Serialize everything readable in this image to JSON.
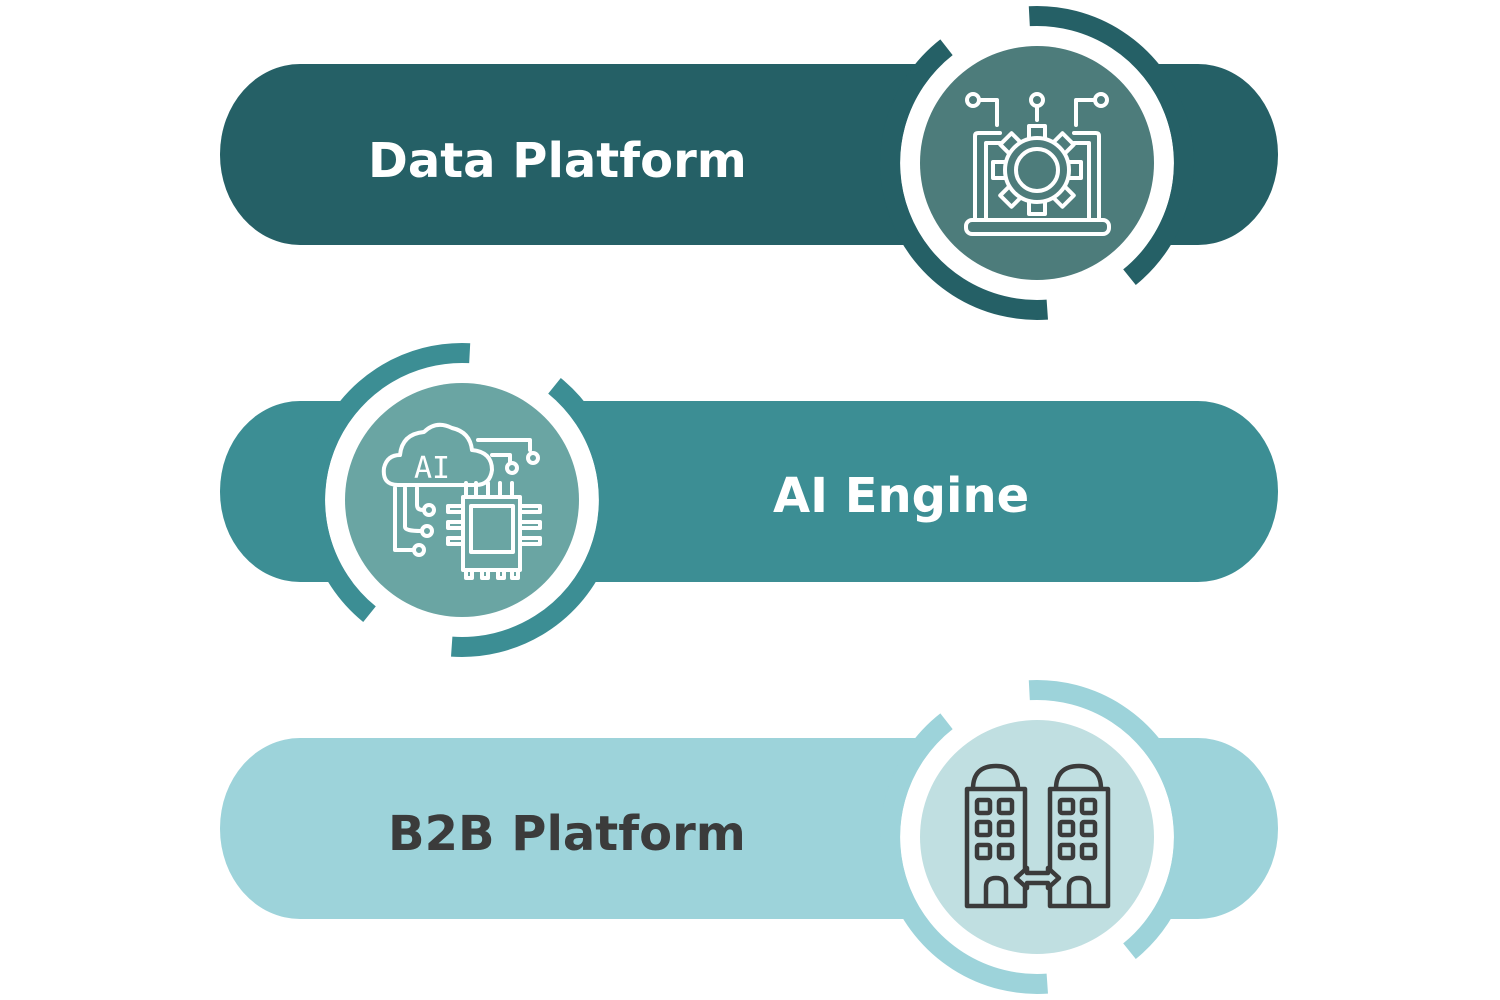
{
  "items": [
    {
      "label": "Data Platform",
      "icon": "laptop-gear-icon",
      "bar_color": "#256066",
      "circle_color": "#4d7c7b",
      "text_color": "#ffffff"
    },
    {
      "label": "AI Engine",
      "icon": "ai-cloud-chip-icon",
      "bar_color": "#3c8e94",
      "circle_color": "#6aa5a3",
      "text_color": "#ffffff"
    },
    {
      "label": "B2B Platform",
      "icon": "connected-buildings-icon",
      "bar_color": "#9dd3da",
      "circle_color": "#c0dfe1",
      "text_color": "#3b3b3b"
    }
  ],
  "ai_icon_text": "AI"
}
